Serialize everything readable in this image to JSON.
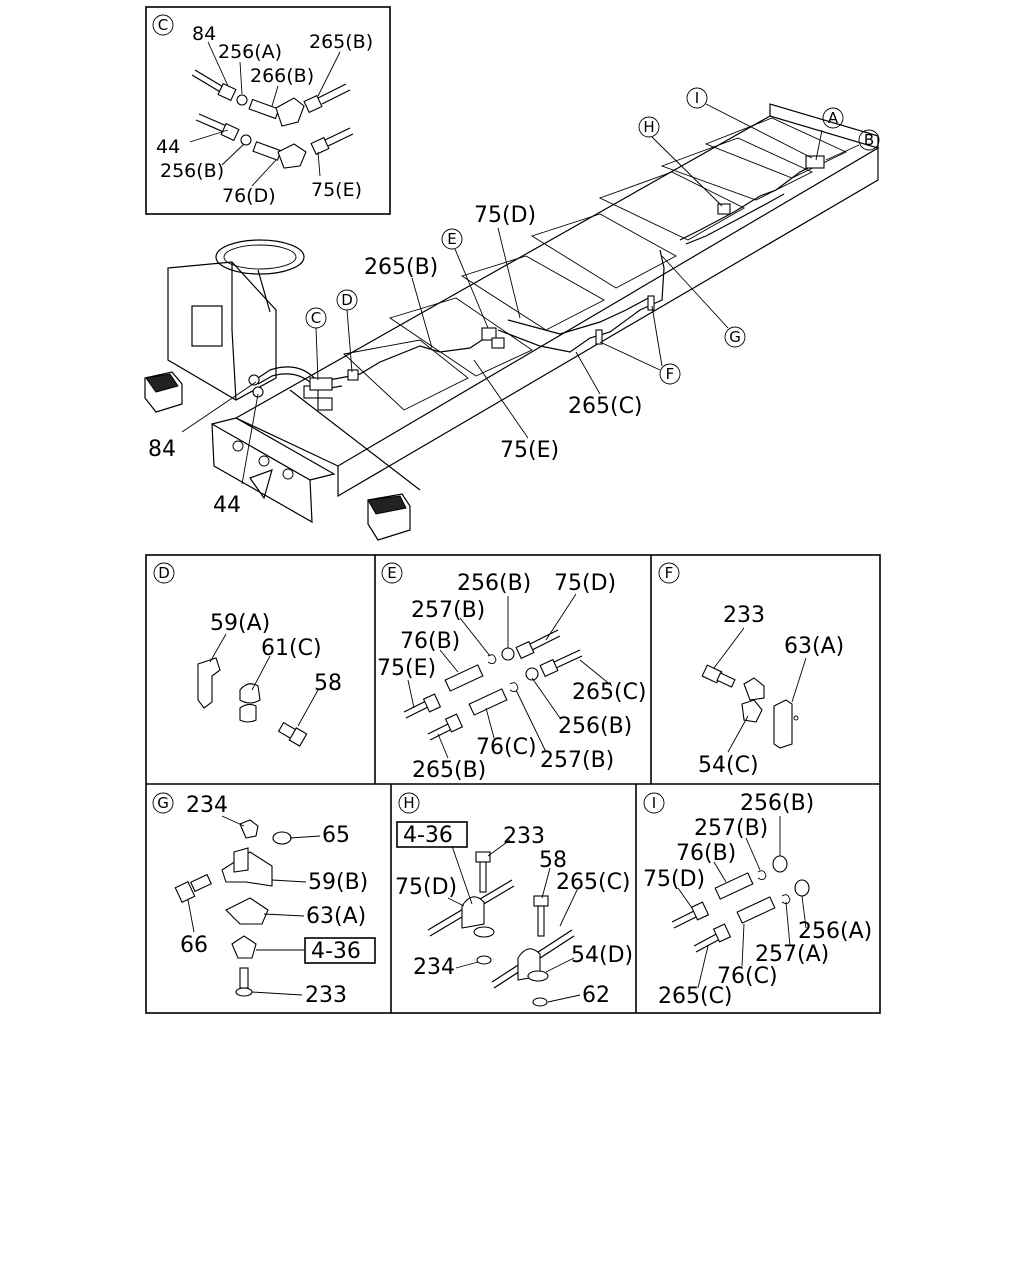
{
  "main": {
    "callouts": [
      "A",
      "B",
      "C",
      "D",
      "E",
      "F",
      "G",
      "H",
      "I"
    ],
    "labels": {
      "l84": "84",
      "l44": "44",
      "l265b": "265(B)",
      "l75d": "75(D)",
      "l75e": "75(E)",
      "l265c": "265(C)"
    }
  },
  "panel_c": {
    "letter": "C",
    "labels": [
      "84",
      "256(A)",
      "265(B)",
      "266(B)",
      "44",
      "256(B)",
      "76(D)",
      "75(E)"
    ]
  },
  "panel_d": {
    "letter": "D",
    "labels": [
      "59(A)",
      "61(C)",
      "58"
    ]
  },
  "panel_e": {
    "letter": "E",
    "labels": [
      "256(B)",
      "75(D)",
      "257(B)",
      "76(B)",
      "75(E)",
      "265(C)",
      "256(B)",
      "76(C)",
      "257(B)",
      "265(B)"
    ]
  },
  "panel_f": {
    "letter": "F",
    "labels": [
      "233",
      "63(A)",
      "54(C)"
    ]
  },
  "panel_g": {
    "letter": "G",
    "labels": [
      "234",
      "65",
      "59(B)",
      "66",
      "63(A)",
      "4-36",
      "233"
    ]
  },
  "panel_h": {
    "letter": "H",
    "labels": [
      "4-36",
      "233",
      "58",
      "75(D)",
      "265(C)",
      "234",
      "54(D)",
      "62"
    ]
  },
  "panel_i": {
    "letter": "I",
    "labels": [
      "256(B)",
      "257(B)",
      "76(B)",
      "75(D)",
      "256(A)",
      "257(A)",
      "76(C)",
      "265(C)"
    ]
  }
}
